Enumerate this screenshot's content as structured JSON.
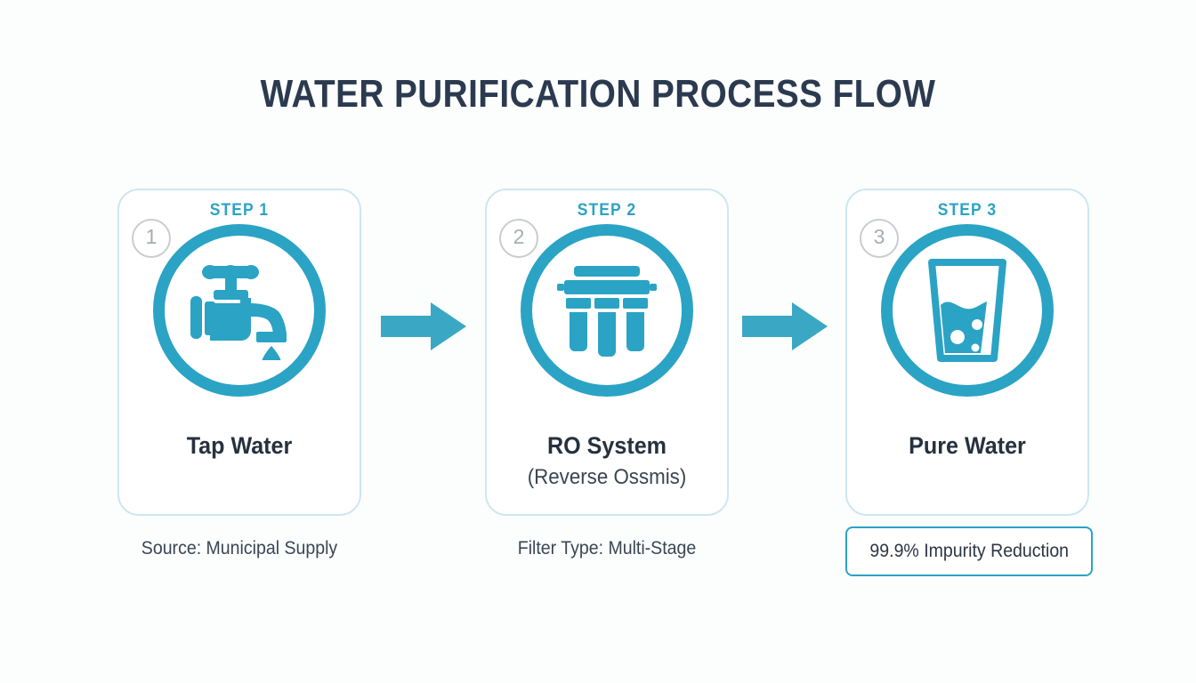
{
  "page": {
    "title": "WATER PURIFICATION PROCESS FLOW",
    "background_color": "#fcfdfd",
    "accent_color": "#2ba3c4",
    "title_color": "#2b3a4f"
  },
  "steps": [
    {
      "step_label": "STEP 1",
      "badge_number": "1",
      "icon": "faucet-icon",
      "title": "Tap Water",
      "subtitle": "",
      "caption": "Source: Municipal Supply",
      "caption_is_badge": false
    },
    {
      "step_label": "STEP 2",
      "badge_number": "2",
      "icon": "ro-filter-icon",
      "title": "RO System",
      "subtitle": "(Reverse Ossmis)",
      "caption": "Filter Type: Multi-Stage",
      "caption_is_badge": false
    },
    {
      "step_label": "STEP 3",
      "badge_number": "3",
      "icon": "water-glass-icon",
      "title": "Pure Water",
      "subtitle": "",
      "caption": "99.9% Impurity Reduction",
      "caption_is_badge": true
    }
  ],
  "connectors": [
    {
      "icon": "arrow-right-icon",
      "from": "STEP 1",
      "to": "STEP 2"
    },
    {
      "icon": "arrow-right-icon",
      "from": "STEP 2",
      "to": "STEP 3"
    }
  ]
}
